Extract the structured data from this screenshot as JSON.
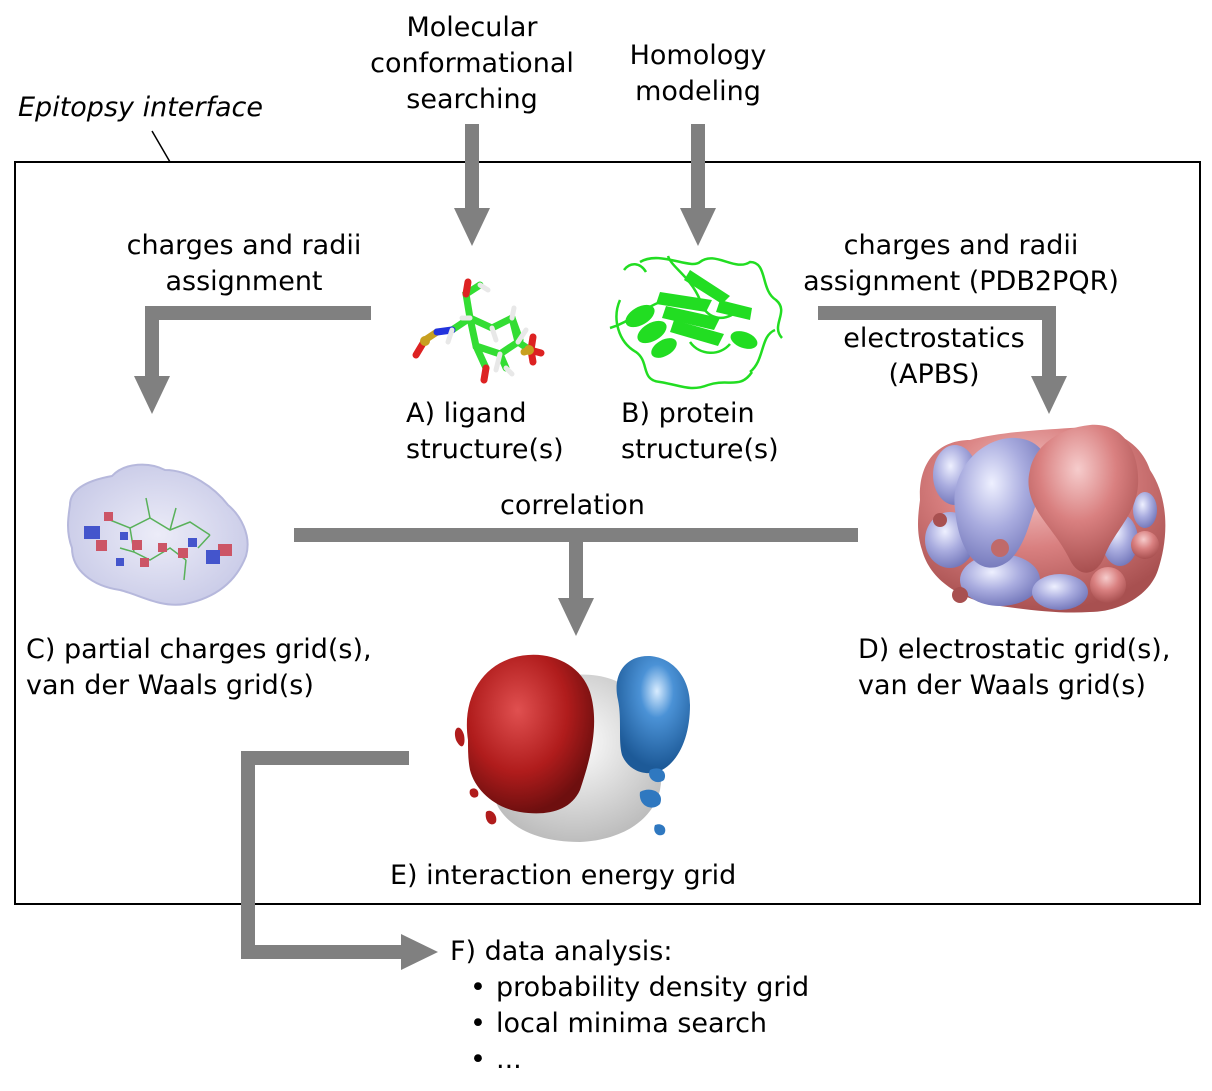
{
  "top": {
    "conformational_lines": [
      "Molecular",
      "conformational",
      "searching"
    ],
    "homology_lines": [
      "Homology",
      "modeling"
    ]
  },
  "interface_label": "Epitopsy interface",
  "left_assign_lines": [
    "charges and radii",
    "assignment"
  ],
  "right_assign_lines": [
    "charges and radii",
    "assignment (PDB2PQR)"
  ],
  "electrostatics_lines": [
    "electrostatics",
    "(APBS)"
  ],
  "ligand_lines": [
    "A) ligand",
    "structure(s)"
  ],
  "protein_lines": [
    "B) protein",
    "structure(s)"
  ],
  "correlation": "correlation",
  "grid_c_lines": [
    "C) partial charges grid(s),",
    "van der Waals grid(s)"
  ],
  "grid_d_lines": [
    "D) electrostatic grid(s),",
    "van der Waals grid(s)"
  ],
  "grid_e": "E) interaction energy grid",
  "analysis": {
    "title": "F) data analysis:",
    "items": [
      "probability density grid",
      "local minima search",
      "..."
    ]
  },
  "colors": {
    "arrow": "#808080",
    "ligand_carbon": "#33dd33",
    "protein_ribbon": "#22dd22",
    "positive_surface": "#a8aadf",
    "negative_surface": "#d98080",
    "energy_red": "#b01c1c",
    "energy_blue": "#2f78c0",
    "surface_white": "#e6e6e6"
  },
  "icons": [
    "ligand-molecule-icon",
    "protein-ribbon-icon",
    "partial-charges-grid-icon",
    "electrostatic-grid-icon",
    "interaction-energy-grid-icon"
  ]
}
